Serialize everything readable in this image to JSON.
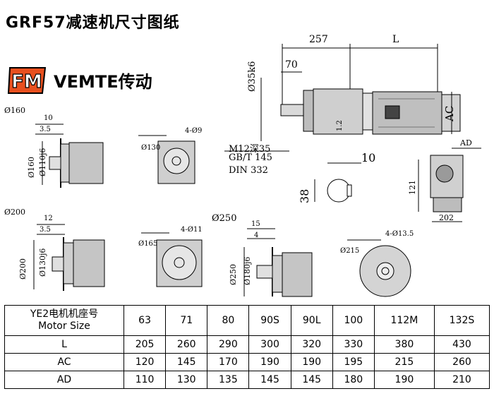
{
  "title": "GRF57减速机尺寸图纸",
  "brand": {
    "logo_letters": "FM",
    "name": "VEMTE传动",
    "logo_color": "#e8501f"
  },
  "main_view": {
    "dim_257": "257",
    "dim_L": "L",
    "dim_70": "70",
    "dim_shaft": "Ø35k6",
    "dim_AC": "AC",
    "dim_12": "1.2",
    "thread": [
      "M12深35",
      "GB/T 145",
      "DIN 332"
    ],
    "key_10": "10",
    "key_38": "38",
    "dim_AD": "AD",
    "dim_121": "121",
    "dim_202": "202"
  },
  "flange_160": {
    "label": "Ø160",
    "dim_10": "10",
    "dim_35": "3.5",
    "dim_d1": "Ø160",
    "dim_d2": "Ø110j6",
    "dim_pcd": "Ø130",
    "dim_holes": "4-Ø9"
  },
  "flange_200": {
    "label": "Ø200",
    "dim_12": "12",
    "dim_35": "3.5",
    "dim_d1": "Ø200",
    "dim_d2": "Ø130j6",
    "dim_pcd": "Ø165",
    "dim_holes": "4-Ø11"
  },
  "flange_250": {
    "label": "Ø250",
    "dim_15": "15",
    "dim_4": "4",
    "dim_d1": "Ø250",
    "dim_d2": "Ø180j6",
    "dim_pcd": "Ø215",
    "dim_holes": "4-Ø13.5"
  },
  "table": {
    "header_label": [
      "YE2电机机座号",
      "Motor Size"
    ],
    "sizes": [
      "63",
      "71",
      "80",
      "90S",
      "90L",
      "100",
      "112M",
      "132S"
    ],
    "rows": [
      {
        "label": "L",
        "values": [
          "205",
          "260",
          "290",
          "300",
          "320",
          "330",
          "380",
          "430"
        ]
      },
      {
        "label": "AC",
        "values": [
          "120",
          "145",
          "170",
          "190",
          "190",
          "195",
          "215",
          "260"
        ]
      },
      {
        "label": "AD",
        "values": [
          "110",
          "130",
          "135",
          "145",
          "145",
          "180",
          "190",
          "210"
        ]
      }
    ]
  }
}
